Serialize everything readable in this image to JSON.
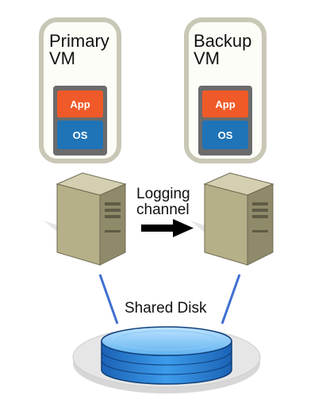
{
  "primary_vm": {
    "title_line1": "Primary",
    "title_line2": "VM",
    "app_label": "App",
    "os_label": "OS"
  },
  "backup_vm": {
    "title_line1": "Backup",
    "title_line2": "VM",
    "app_label": "App",
    "os_label": "OS"
  },
  "logging": {
    "line1": "Logging",
    "line2": "channel"
  },
  "shared_disk": {
    "label": "Shared Disk"
  },
  "colors": {
    "vm_fill": "#fdfdf7",
    "vm_border": "#c9c7b5",
    "stack_frame": "#6b6b6b",
    "app_orange": "#f05a28",
    "os_blue": "#1f73b7",
    "server_body": "#b6b089",
    "server_dark": "#8f8a6a",
    "arrow": "#000000",
    "connector_blue": "#3f6fd1",
    "disk_blue": "#2f8fe0"
  },
  "icons": {
    "primary_server": "server-tower-icon",
    "backup_server": "server-tower-icon",
    "disk": "disk-cylinder-icon"
  }
}
